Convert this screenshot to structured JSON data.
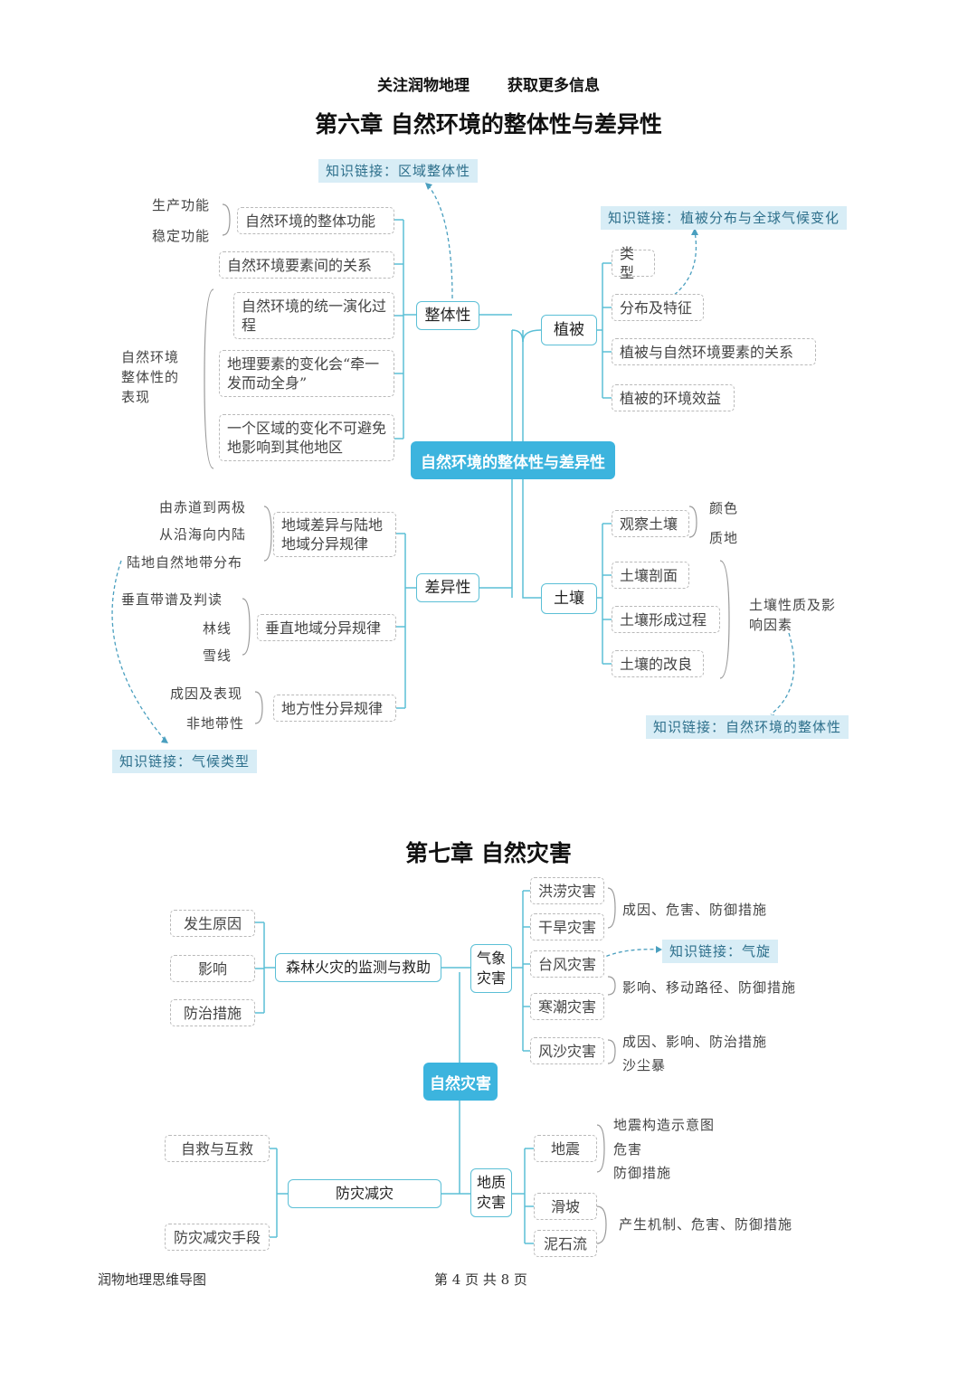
{
  "header": {
    "left": "关注润物地理",
    "right": "获取更多信息"
  },
  "chapter6": {
    "title": "第六章  自然环境的整体性与差异性",
    "center": "自然环境的整体性与差异性",
    "zhengti": {
      "label": "整体性",
      "link": "知识链接：区域整体性",
      "func_box": "自然环境的整体功能",
      "func_items": [
        "生产功能",
        "稳定功能"
      ],
      "relation_box": "自然环境要素间的关系",
      "biaoxian_label": "自然环境整体性的表现",
      "biaoxian_items": [
        "自然环境的统一演化过程",
        "地理要素的变化会“牵一发而动全身”",
        "一个区域的变化不可避免地影响到其他地区"
      ]
    },
    "zhibei": {
      "label": "植被",
      "link": "知识链接：植被分布与全球气候变化",
      "items": [
        "类型",
        "分布及特征",
        "植被与自然环境要素的关系",
        "植被的环境效益"
      ]
    },
    "chayi": {
      "label": "差异性",
      "dixing_box": "地域差异与陆地地域分异规律",
      "dixing_items": [
        "由赤道到两极",
        "从沿海向内陆",
        "陆地自然地带分布"
      ],
      "chuizhi_box": "垂直地域分异规律",
      "chuizhi_items": [
        "垂直带谱及判读",
        "林线",
        "雪线"
      ],
      "difang_box": "地方性分异规律",
      "difang_items": [
        "成因及表现",
        "非地带性"
      ],
      "link": "知识链接：气候类型"
    },
    "turang": {
      "label": "土壤",
      "guancha": "观察土壤",
      "guancha_items": [
        "颜色",
        "质地"
      ],
      "items": [
        "土壤剖面",
        "土壤形成过程",
        "土壤的改良"
      ],
      "factor_label": "土壤性质及影响因素",
      "link": "知识链接：自然环境的整体性"
    }
  },
  "chapter7": {
    "title": "第七章  自然灾害",
    "center": "自然灾害",
    "qixiang": {
      "label": "气象灾害",
      "items": [
        "洪涝灾害",
        "干旱灾害",
        "台风灾害",
        "寒潮灾害",
        "风沙灾害"
      ],
      "note1": "成因、危害、防御措施",
      "link": "知识链接：气旋",
      "note2": "影响、移动路径、防御措施",
      "note3a": "成因、影响、防治措施",
      "note3b": "沙尘暴"
    },
    "senlin": {
      "label": "森林火灾的监测与救助",
      "items": [
        "发生原因",
        "影响",
        "防治措施"
      ]
    },
    "fangzai": {
      "label": "防灾减灾",
      "items": [
        "自救与互救",
        "防灾减灾手段"
      ]
    },
    "dizhi": {
      "label": "地质灾害",
      "dizhen": "地震",
      "dizhen_items": [
        "地震构造示意图",
        "危害",
        "防御措施"
      ],
      "huapo": "滑坡",
      "nishiliu": "泥石流",
      "note": "产生机制、危害、防御措施"
    }
  },
  "footer": {
    "left": "润物地理思维导图",
    "page": "第 4 页 共 8 页"
  },
  "colors": {
    "accent": "#3cb4de",
    "line": "#5bbfd6",
    "link_bg": "#d8edf6"
  }
}
